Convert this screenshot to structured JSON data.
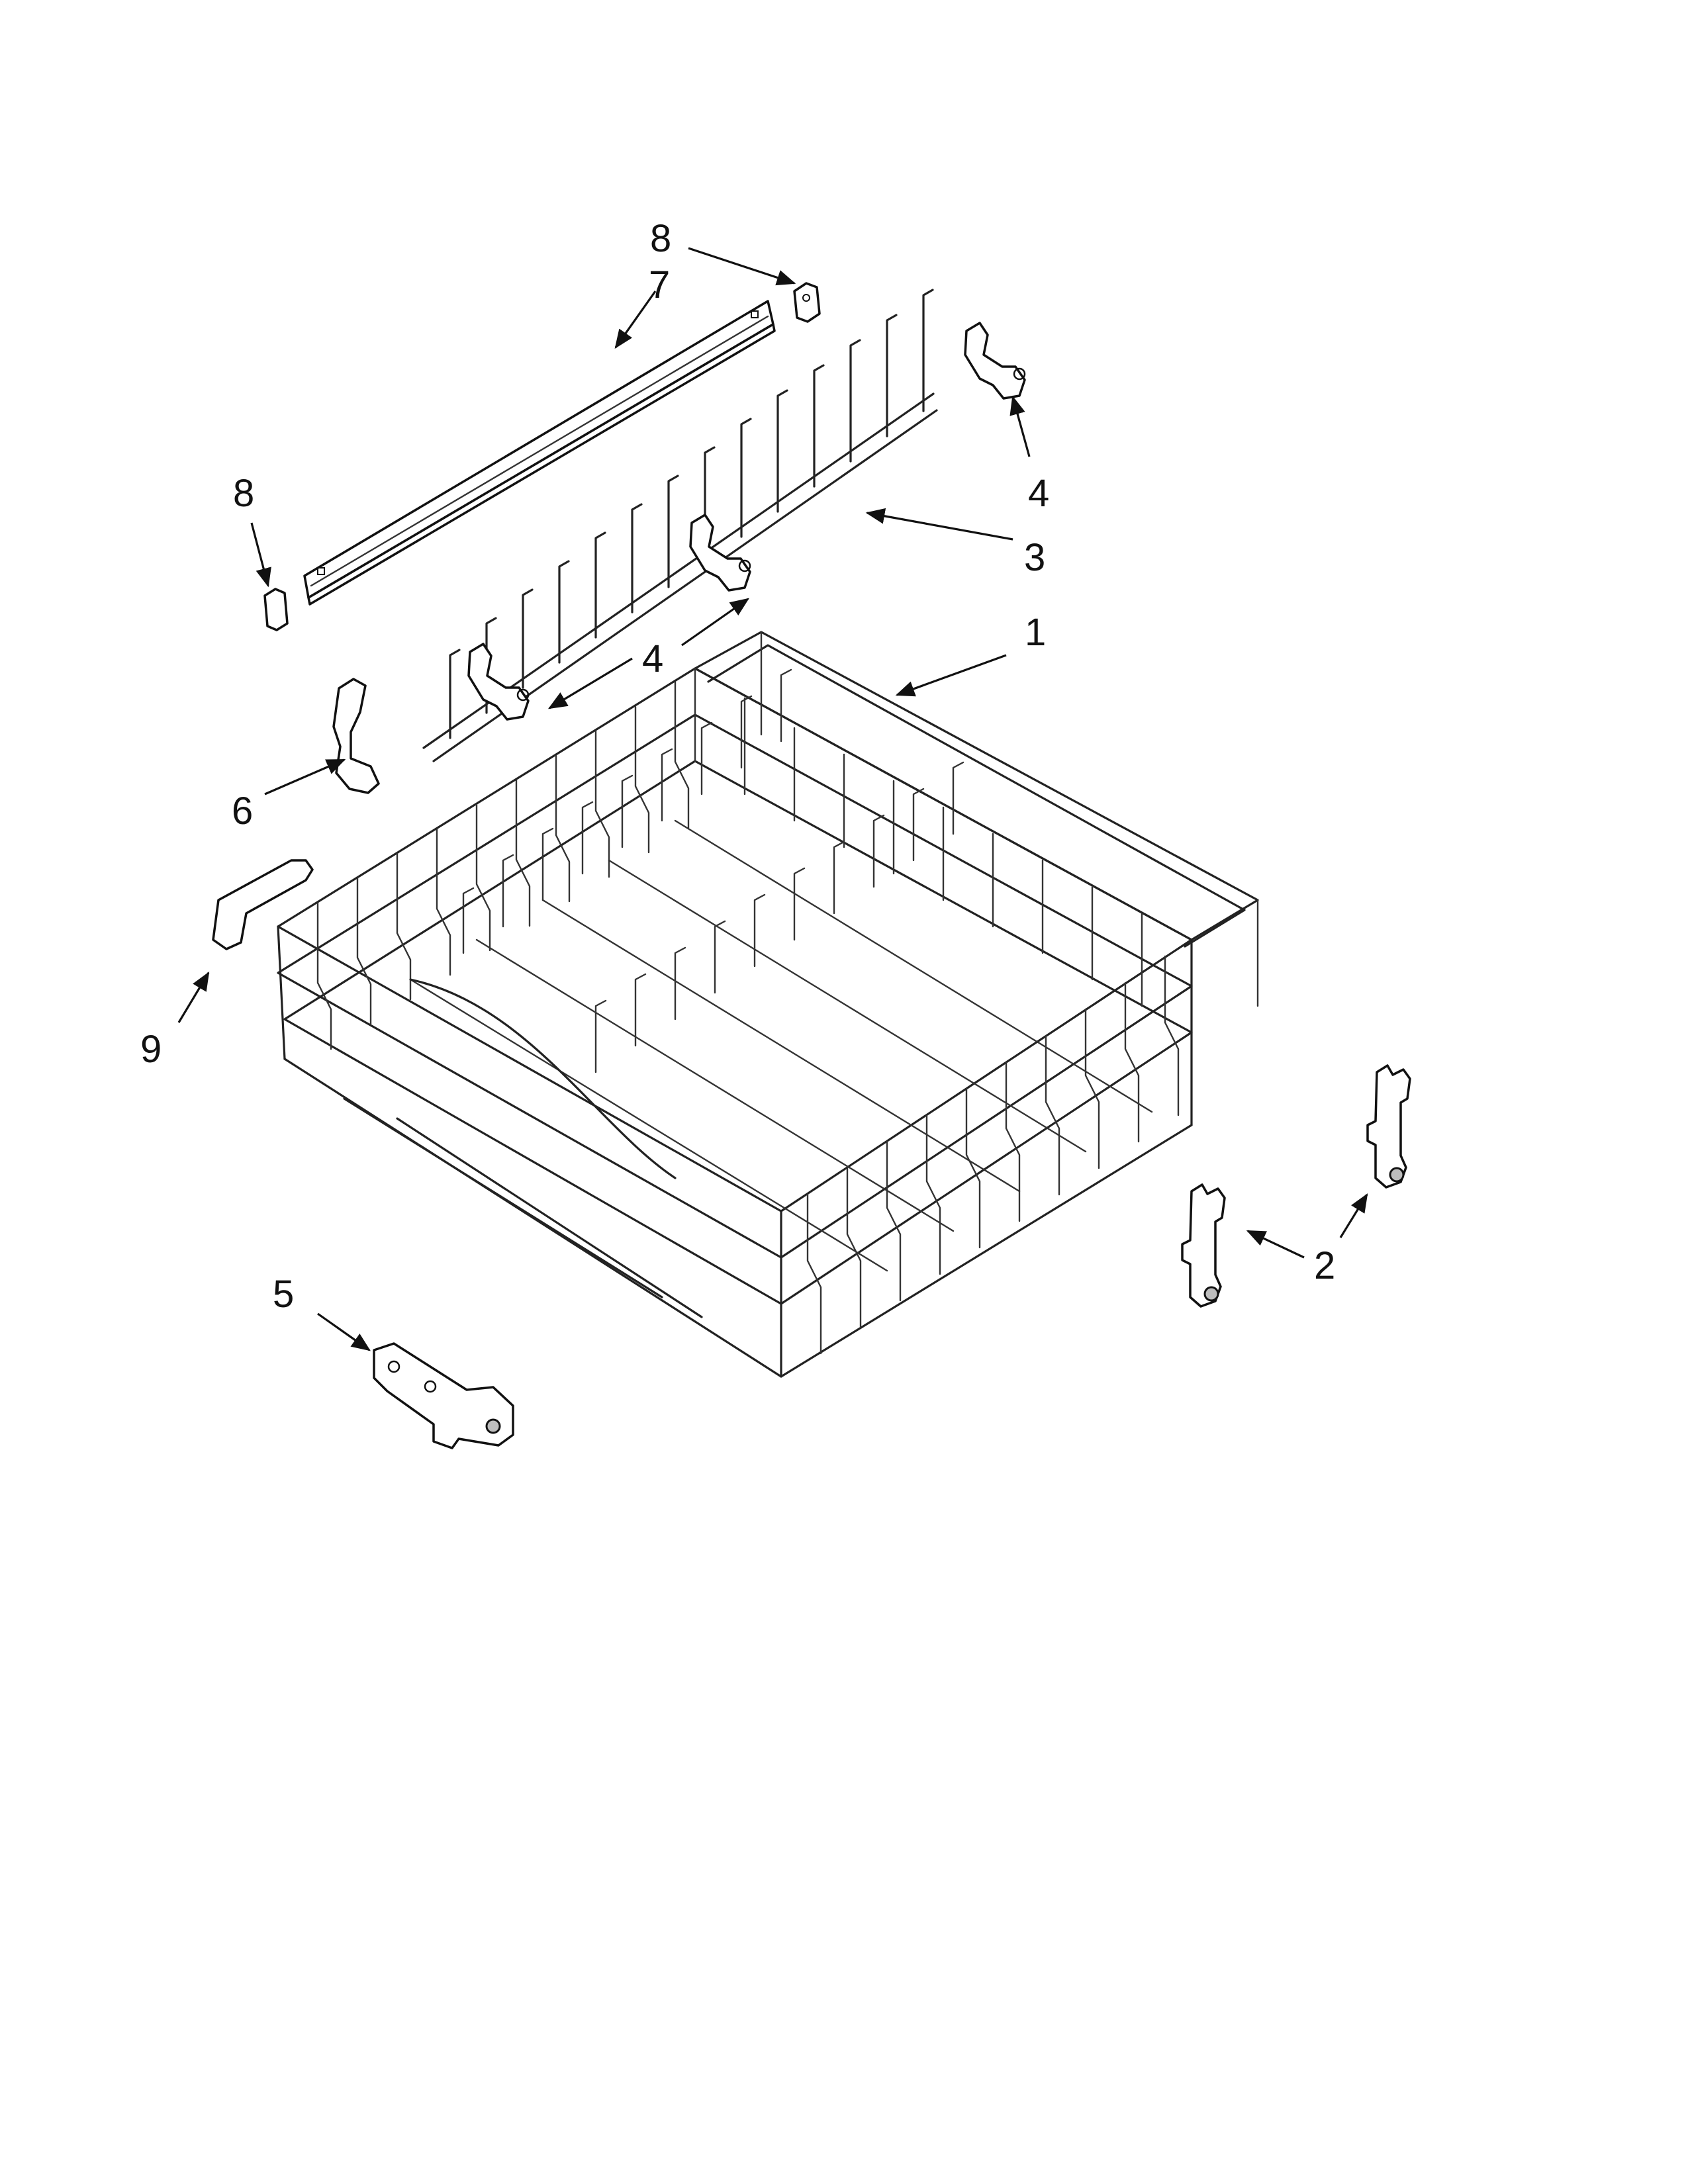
{
  "diagram": {
    "callouts": [
      {
        "id": "c8a",
        "label": "8"
      },
      {
        "id": "c7",
        "label": "7"
      },
      {
        "id": "c8b",
        "label": "8"
      },
      {
        "id": "c4a",
        "label": "4"
      },
      {
        "id": "c3",
        "label": "3"
      },
      {
        "id": "c1",
        "label": "1"
      },
      {
        "id": "c4b",
        "label": "4"
      },
      {
        "id": "c6",
        "label": "6"
      },
      {
        "id": "c9",
        "label": "9"
      },
      {
        "id": "c5",
        "label": "5"
      },
      {
        "id": "c2",
        "label": "2"
      }
    ],
    "colors": {
      "line": "#111111",
      "background": "#ffffff",
      "part_shade": "#bdbdbd"
    }
  }
}
